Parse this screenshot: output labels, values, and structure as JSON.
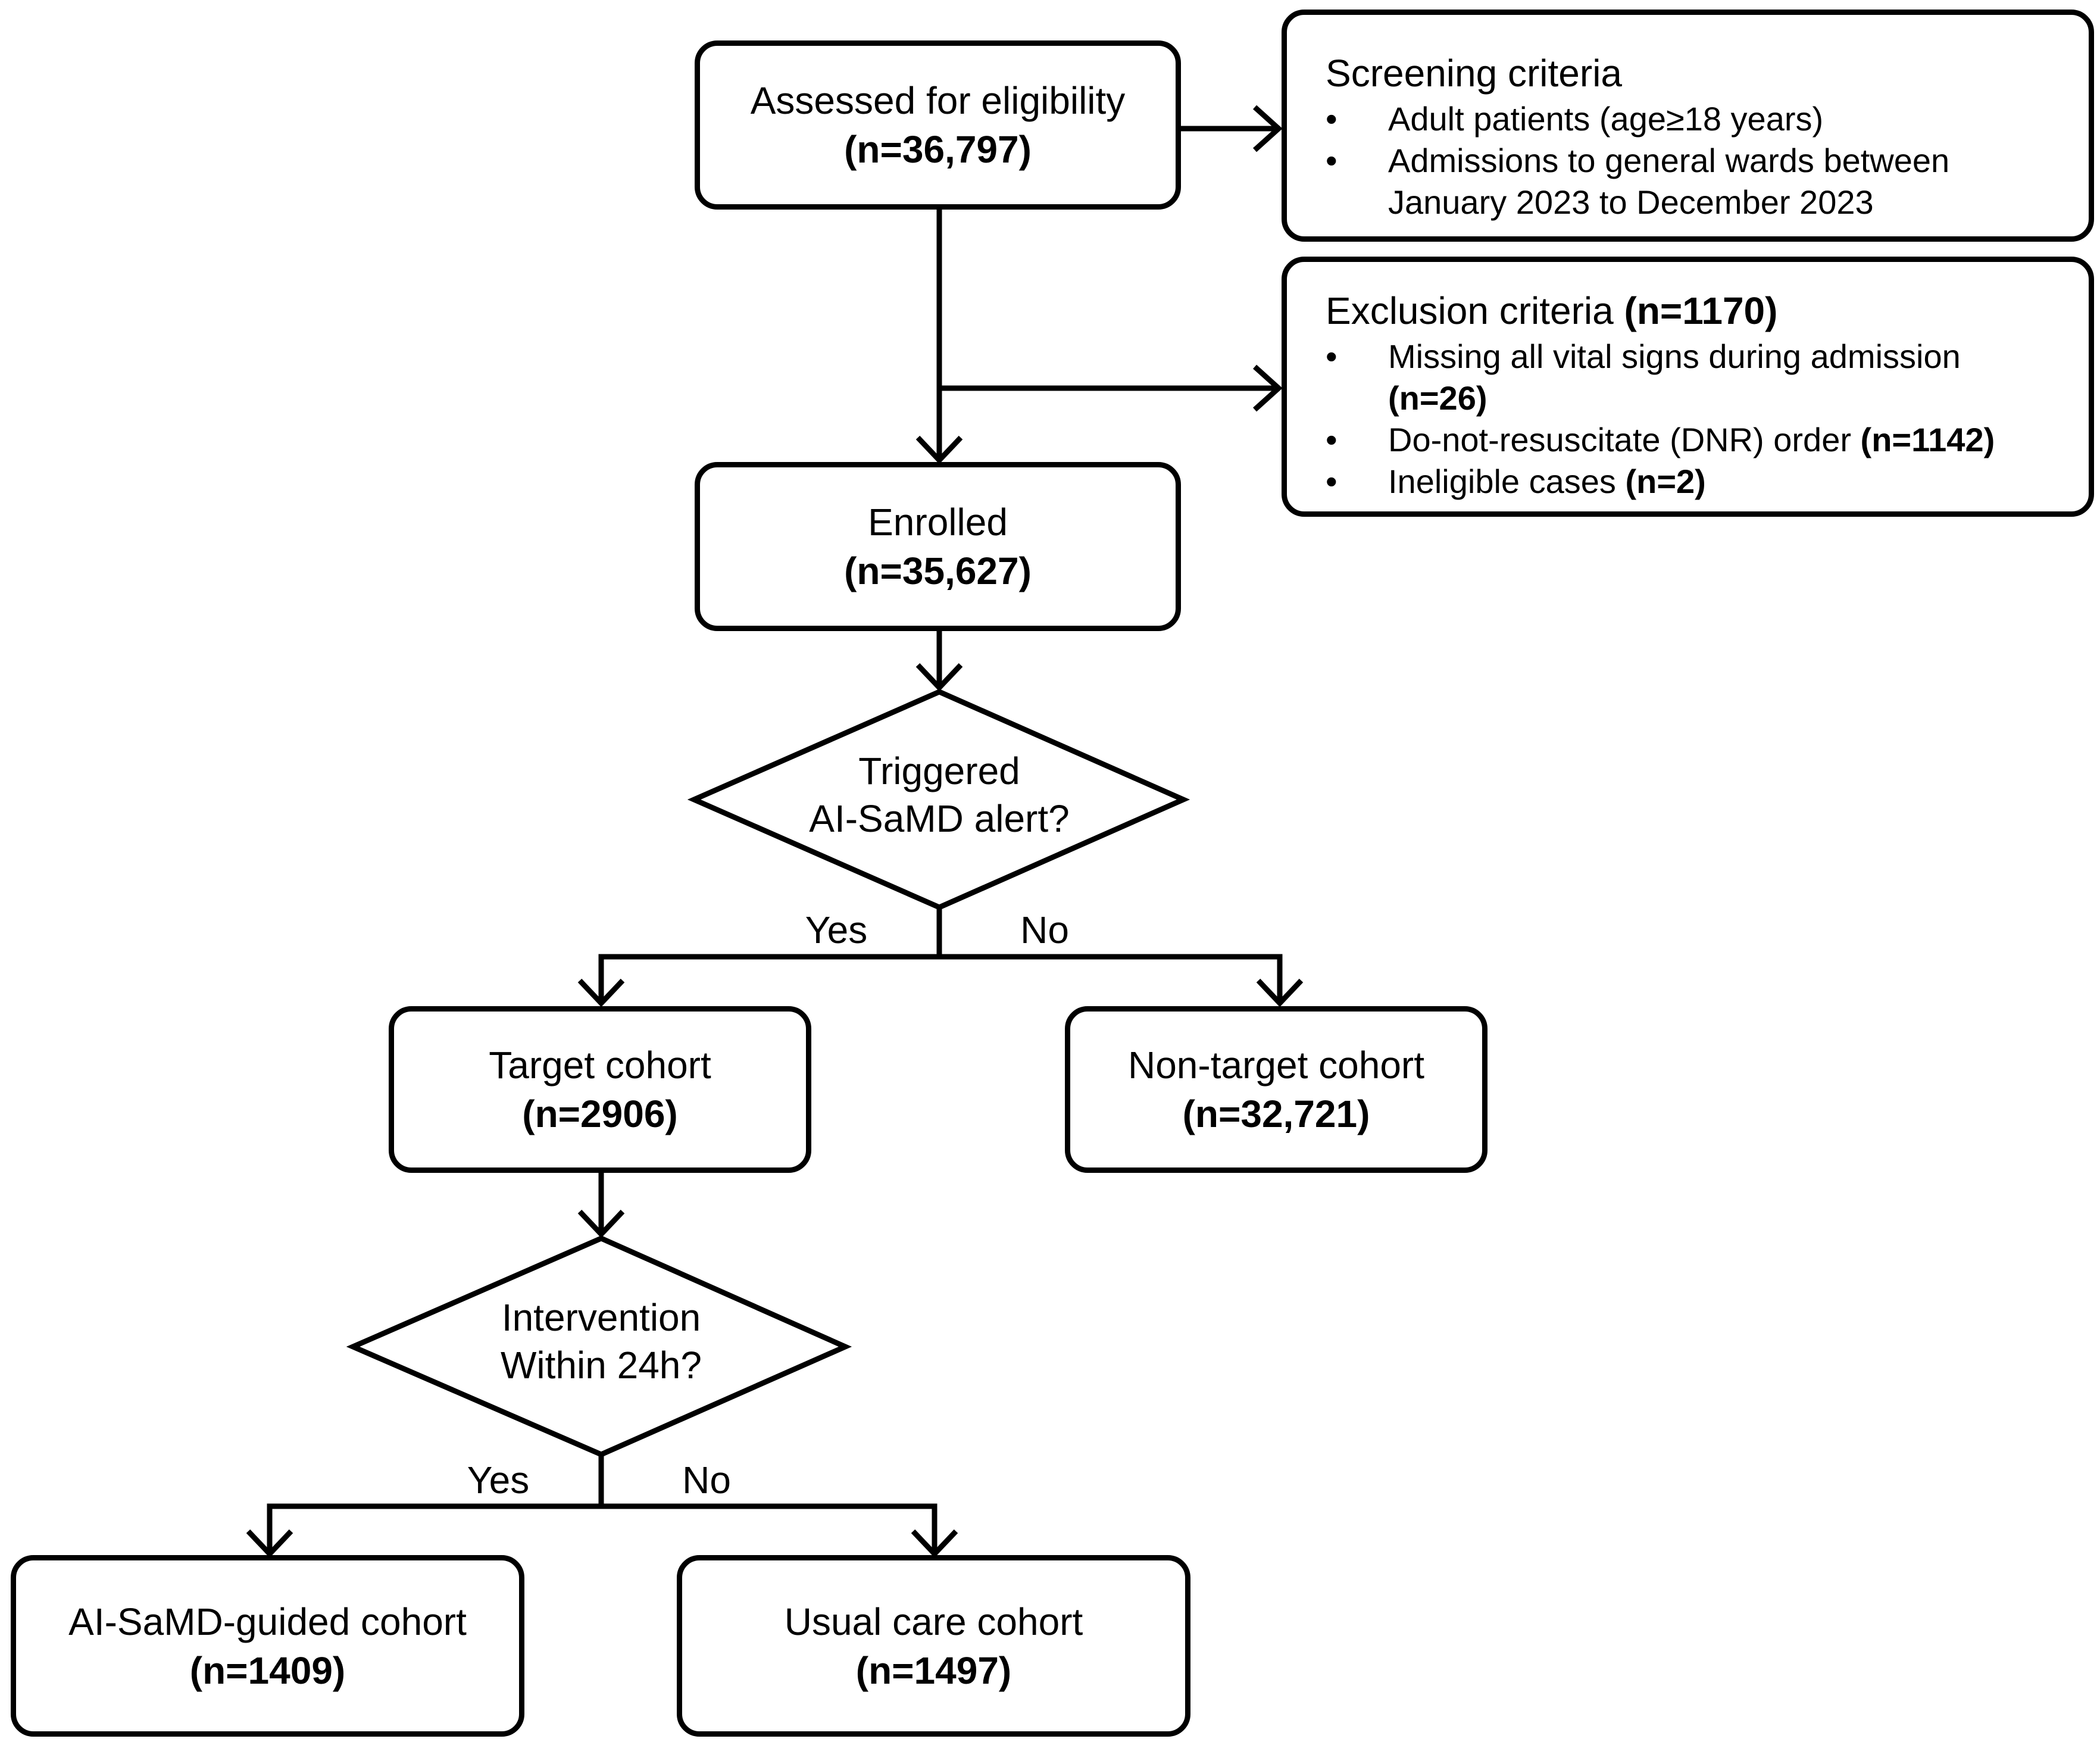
{
  "nodes": {
    "assessed": {
      "title": "Assessed for eligibility",
      "count": "(n=36,797)"
    },
    "enrolled": {
      "title": "Enrolled",
      "count": "(n=35,627)"
    },
    "triggered": {
      "line1": "Triggered",
      "line2": "AI-SaMD alert?"
    },
    "target": {
      "title": "Target cohort",
      "count": "(n=2906)"
    },
    "nontarget": {
      "title": "Non-target cohort",
      "count": "(n=32,721)"
    },
    "intervention": {
      "line1": "Intervention",
      "line2": "Within 24h?"
    },
    "guided": {
      "title": "AI-SaMD-guided cohort",
      "count": "(n=1409)"
    },
    "usual": {
      "title": "Usual care cohort",
      "count": "(n=1497)"
    }
  },
  "screening": {
    "title": "Screening criteria",
    "bullet": "•",
    "items": [
      {
        "text": "Adult patients (age≥18 years)"
      },
      {
        "text": "Admissions to general wards between January 2023 to December 2023"
      }
    ]
  },
  "exclusion": {
    "title": "Exclusion criteria",
    "title_count": "(n=1170)",
    "bullet": "•",
    "items": [
      {
        "text": "Missing all vital signs during admission",
        "count": "(n=26)"
      },
      {
        "text": "Do-not-resuscitate (DNR) order",
        "count": "(n=1142)"
      },
      {
        "text": "Ineligible cases",
        "count": "(n=2)"
      }
    ]
  },
  "branches": {
    "alert_yes": "Yes",
    "alert_no": "No",
    "intervention_yes": "Yes",
    "intervention_no": "No"
  }
}
